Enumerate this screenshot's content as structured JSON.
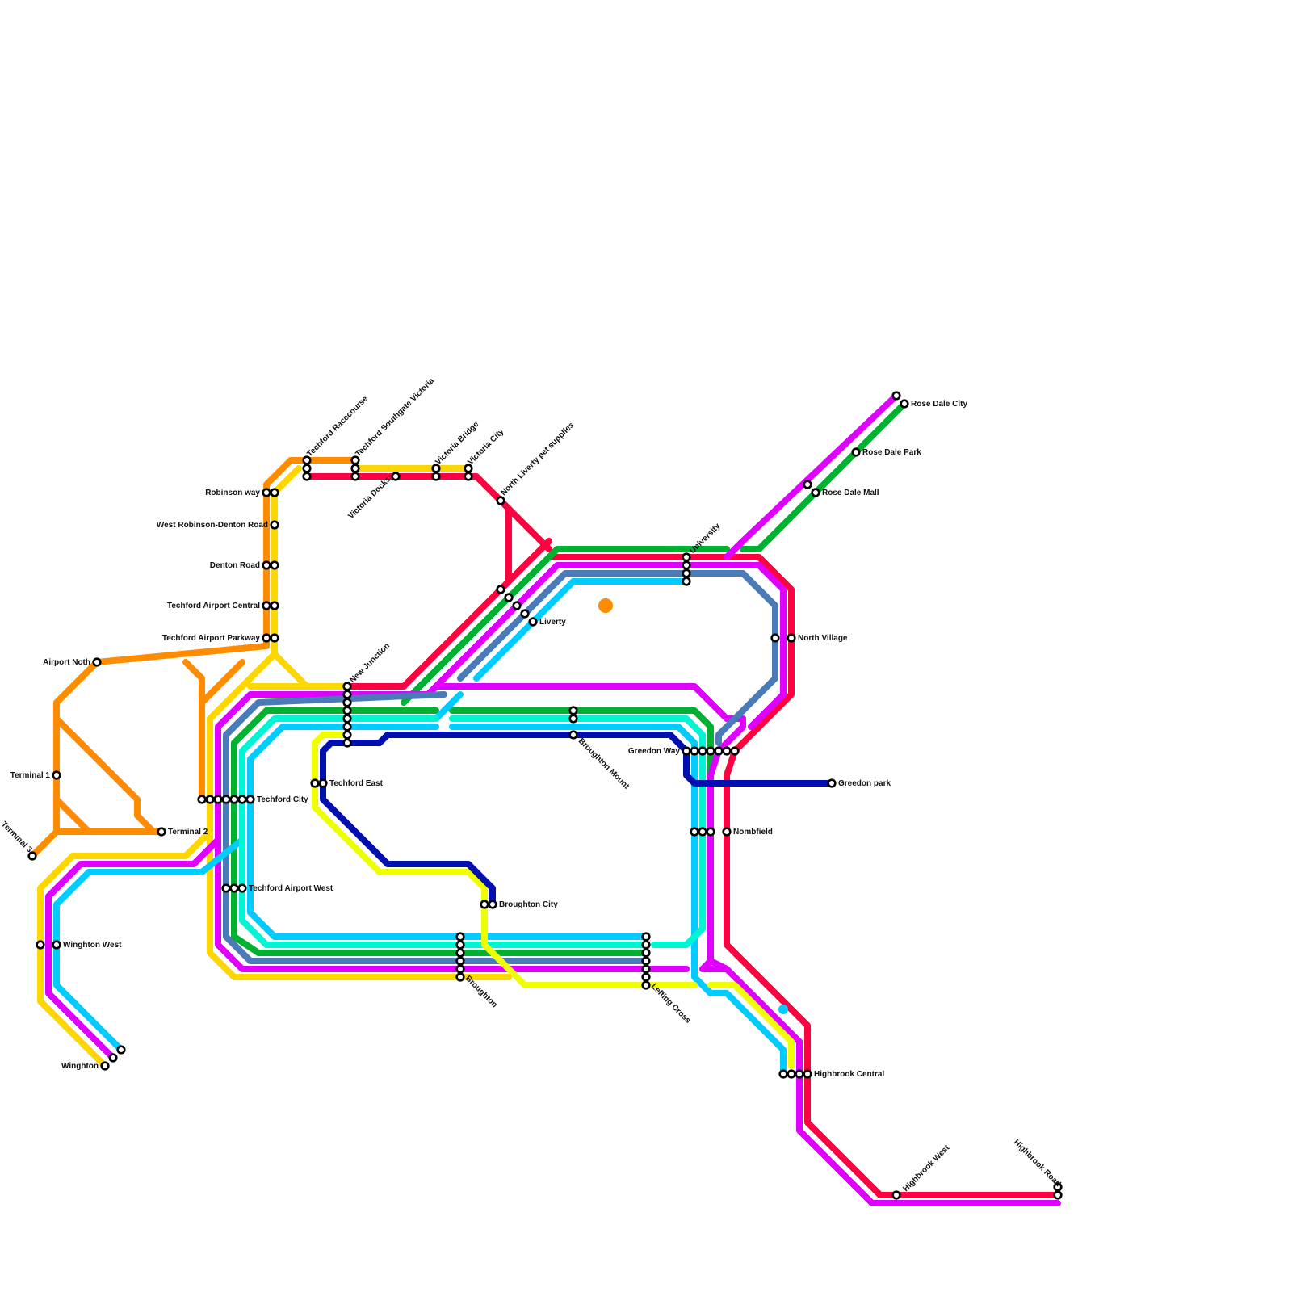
{
  "lines": [
    {
      "name": "orange",
      "color": "#ff8c00"
    },
    {
      "name": "gold",
      "color": "#ffd700"
    },
    {
      "name": "red",
      "color": "#ff0040"
    },
    {
      "name": "green",
      "color": "#00b030"
    },
    {
      "name": "magenta",
      "color": "#e000ff"
    },
    {
      "name": "steel",
      "color": "#4a7ab8"
    },
    {
      "name": "cyan",
      "color": "#00ccff"
    },
    {
      "name": "aqua",
      "color": "#00f5d4"
    },
    {
      "name": "yellow",
      "color": "#f0ff00"
    },
    {
      "name": "navy",
      "color": "#0010b0"
    }
  ],
  "stations": {
    "techford_racecourse": "Techford Racecourse",
    "techford_southgate_victoria": "Techford Southgate Victoria",
    "victoria_bridge": "Victoria Bridge",
    "victoria_city": "Victoria City",
    "victoria_docks": "Victoria Docks",
    "north_liverty": "North Liverty pet supplies",
    "robinson_way": "Robinson way",
    "west_robinson_denton": "West Robinson-Denton Road",
    "denton_road": "Denton Road",
    "techford_airport_central": "Techford Airport Central",
    "techford_airport_parkway": "Techford Airport Parkway",
    "airport_noth": "Airport Noth",
    "terminal_1": "Terminal 1",
    "terminal_2": "Terminal 2",
    "terminal_3": "Terminal 3",
    "new_junction": "New Junction",
    "techford_city": "Techford City",
    "techford_east": "Techford East",
    "techford_airport_west": "Techford Airport West",
    "wnghton_west": "Winghton West",
    "wnghton": "Winghton",
    "liverty": "Liverty",
    "university": "University",
    "broughton_mount": "Broughton Mount",
    "broughton_city": "Broughton City",
    "broughton": "Broughton",
    "lefting_cross": "Lefting Cross",
    "greedon_way": "Greedon Way",
    "greedon_park": "Greedon park",
    "nombfield": "Nombfield",
    "north_village": "North Village",
    "rose_dale_city": "Rose Dale City",
    "rose_dale_park": "Rose Dale Park",
    "rose_dale_mall": "Rose Dale Mall",
    "highbrook_central": "Highbrook Central",
    "highbrook_west": "Highbrook West",
    "highbrook_road": "Highbrook Road"
  }
}
